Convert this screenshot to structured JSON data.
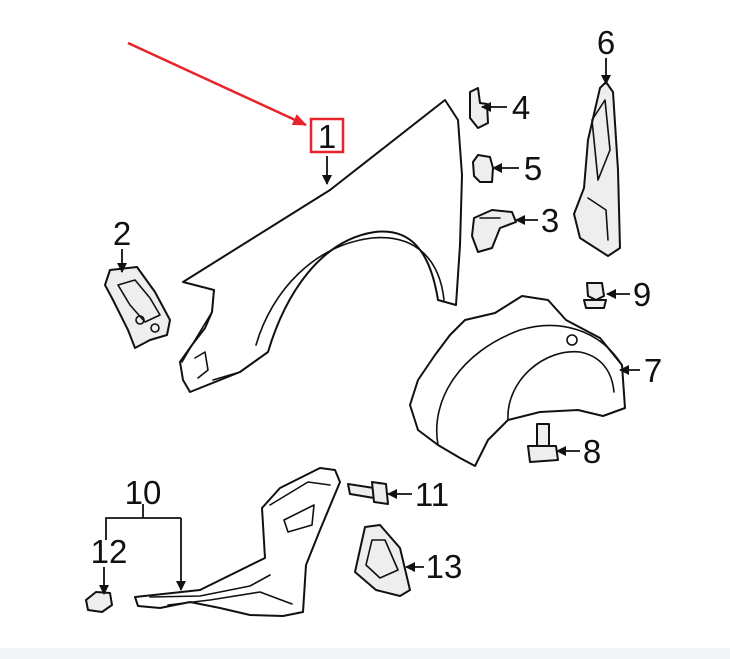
{
  "diagram": {
    "callouts": [
      {
        "id": "1",
        "label": "1"
      },
      {
        "id": "2",
        "label": "2"
      },
      {
        "id": "3",
        "label": "3"
      },
      {
        "id": "4",
        "label": "4"
      },
      {
        "id": "5",
        "label": "5"
      },
      {
        "id": "6",
        "label": "6"
      },
      {
        "id": "7",
        "label": "7"
      },
      {
        "id": "8",
        "label": "8"
      },
      {
        "id": "9",
        "label": "9"
      },
      {
        "id": "10",
        "label": "10"
      },
      {
        "id": "11",
        "label": "11"
      },
      {
        "id": "12",
        "label": "12"
      },
      {
        "id": "13",
        "label": "13"
      }
    ],
    "highlight": {
      "callout": "1",
      "color": "#e8232a"
    },
    "line_color": "#111111"
  }
}
